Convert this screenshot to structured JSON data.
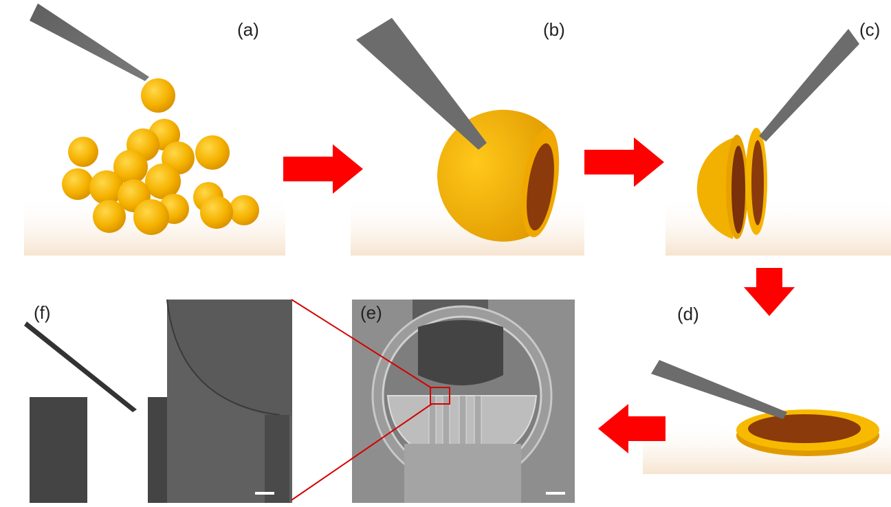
{
  "panels": [
    {
      "id": "a",
      "label": "(a)",
      "description": "tip picking a sphere from a cluster of gold spheres"
    },
    {
      "id": "b",
      "label": "(b)",
      "description": "tip attached to a cut hemisphere"
    },
    {
      "id": "c",
      "label": "(c)",
      "description": "hemisphere sliced into lamella"
    },
    {
      "id": "d",
      "label": "(d)",
      "description": "lamella disk lying flat with tip"
    },
    {
      "id": "e",
      "label": "(e)",
      "description": "SEM image of ring-shaped grid with pillars"
    },
    {
      "id": "f",
      "label": "(f)",
      "description": "SEM close-up of tip and pillars"
    }
  ],
  "colors": {
    "sphere": "#F5B700",
    "sphere_shade": "#E09A00",
    "core": "#8B3A0B",
    "tip": "#6E6E6E",
    "arrow": "#FF0000",
    "zoom_line": "#D40000",
    "floor": "#F7E6D0"
  },
  "arrows": [
    "right",
    "right",
    "down",
    "left"
  ]
}
